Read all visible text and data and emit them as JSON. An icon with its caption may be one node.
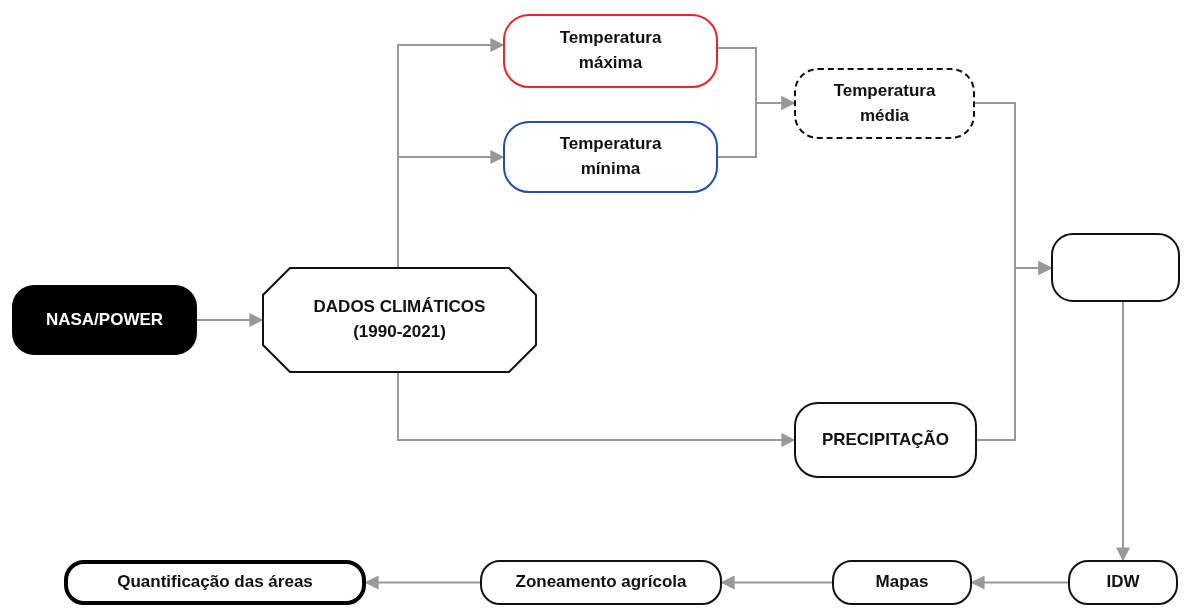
{
  "diagram": {
    "nodes": [
      {
        "text": [
          "NASA/POWER"
        ]
      },
      {
        "text": [
          "DADOS CLIMÁTICOS (1990-2021)"
        ]
      },
      {
        "text": [
          "Temperatura máxima"
        ]
      },
      {
        "text": [
          "Temperatura mínima"
        ]
      },
      {
        "text": [
          "Temperatura média"
        ]
      },
      {
        "text": [],
        "shape": "box"
      },
      {
        "text": [
          "PRECIPITAÇÃO"
        ]
      },
      {
        "text": [
          "IDW"
        ]
      },
      {
        "text": [
          "Mapas"
        ]
      },
      {
        "text": [
          "Zoneamento agrícola"
        ]
      },
      {
        "text": [
          "Quantificação das áreas"
        ]
      }
    ],
    "edges": [
      {
        "from": 0,
        "to": 1,
        "arrow": "to"
      },
      {
        "from": 1,
        "to": 2,
        "arrow": "to"
      },
      {
        "from": 1,
        "to": 3,
        "arrow": "to"
      },
      {
        "from": 1,
        "to": 6,
        "arrow": "to"
      },
      {
        "from": 2,
        "to": 4,
        "arrow": "to"
      },
      {
        "from": 3,
        "to": 4,
        "arrow": "to"
      },
      {
        "from": 4,
        "to": 5,
        "arrow": "to"
      },
      {
        "from": 6,
        "to": 5,
        "arrow": "to"
      },
      {
        "from": 5,
        "to": 7,
        "arrow": "to"
      },
      {
        "from": 7,
        "to": 8,
        "arrow": "to"
      },
      {
        "from": 8,
        "to": 9,
        "arrow": "to"
      },
      {
        "from": 9,
        "to": 10,
        "arrow": "to"
      }
    ]
  }
}
